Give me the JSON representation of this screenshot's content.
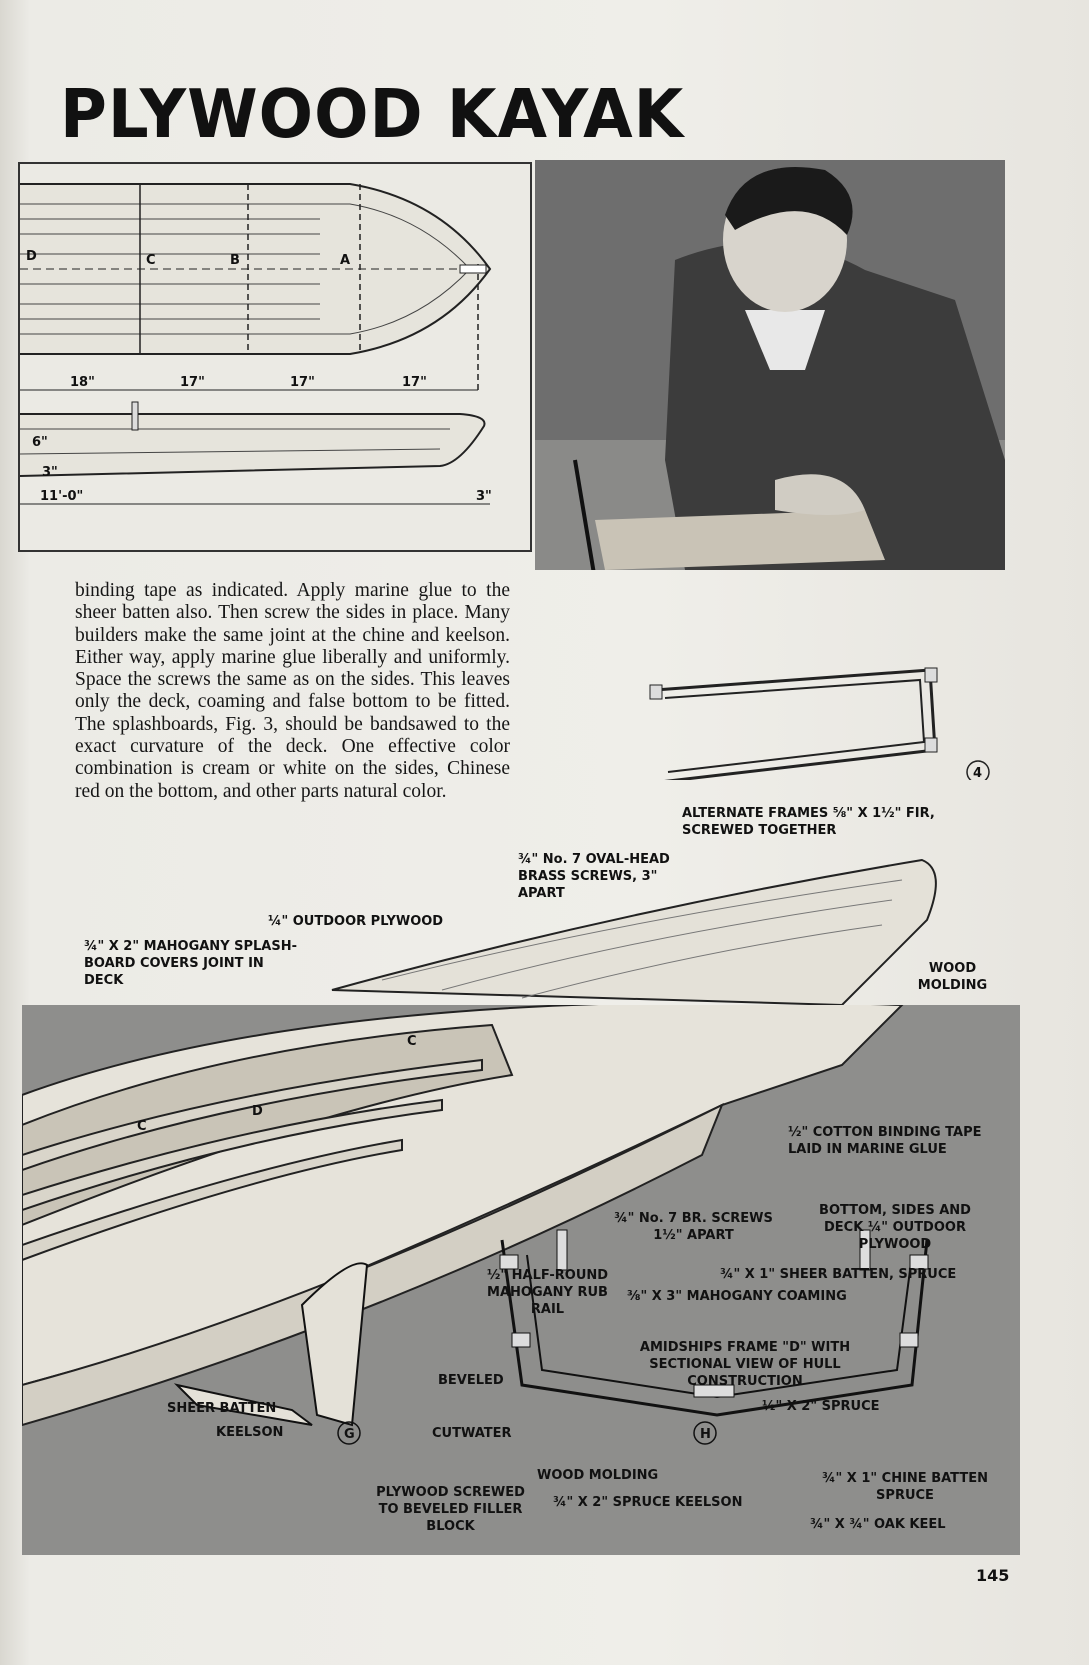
{
  "title": "PLYWOOD KAYAK",
  "plan_drawing": {
    "section_letters": [
      "D",
      "C",
      "B",
      "A"
    ],
    "dimensions_top": [
      "18\"",
      "17\"",
      "17\"",
      "17\""
    ],
    "side_view": {
      "height": "6\"",
      "bottom": "3\"",
      "length": "11'-0\"",
      "bow": "3\""
    }
  },
  "body_text": "binding tape as indicated. Apply marine glue to the sheer batten also. Then screw the sides in place. Many builders make the same joint at the chine and keelson. Either way, apply marine glue liberally and uniformly. Space the screws the same as on the sides. This leaves only the deck, coaming and false bottom to be fitted. The splashboards, Fig. 3, should be bandsawed to the exact curvature of the deck. One effective color combination is cream or white on the sides, Chinese red on the bottom, and other parts natural color.",
  "frames_figure": {
    "number": "4",
    "caption_line1": "ALTERNATE FRAMES ⅝\" X 1½\" FIR,",
    "caption_line2": "SCREWED TOGETHER"
  },
  "hull_labels": {
    "oval_screws": "¾\" No. 7 OVAL-HEAD BRASS SCREWS, 3\" APART",
    "outdoor_plywood": "¼\" OUTDOOR PLYWOOD",
    "splashboard": "¾\" X 2\" MAHOGANY SPLASH-BOARD COVERS JOINT IN DECK",
    "wood_molding_top": "WOOD MOLDING",
    "binding_tape": "½\" COTTON BINDING TAPE LAID IN MARINE GLUE",
    "br_screws": "¾\" No. 7 BR. SCREWS 1½\" APART",
    "bottom_sides_deck": "BOTTOM, SIDES AND DECK ¼\" OUTDOOR PLYWOOD",
    "sheer_batten": "¾\" X 1\" SHEER BATTEN, SPRUCE",
    "rub_rail": "½\" HALF-ROUND MAHOGANY RUB RAIL",
    "coaming": "⅜\" X 3\" MAHOGANY COAMING",
    "amidships": "AMIDSHIPS FRAME \"D\" WITH SECTIONAL VIEW OF HULL CONSTRUCTION",
    "half_spruce": "½\" X 2\" SPRUCE",
    "wood_molding_bottom": "WOOD MOLDING",
    "spruce_keelson": "¾\" X 2\" SPRUCE KEELSON",
    "chine_batten": "¾\" X 1\" CHINE BATTEN SPRUCE",
    "oak_keel": "¾\" X ¾\" OAK KEEL",
    "beveled": "BEVELED",
    "sheer_batten_g": "SHEER BATTEN",
    "keelson": "KEELSON",
    "cutwater": "CUTWATER",
    "plywood_screwed": "PLYWOOD SCREWED TO BEVELED FILLER BLOCK",
    "fig_g": "G",
    "fig_h": "H",
    "frame_c1": "C",
    "frame_c2": "C",
    "frame_d": "D"
  },
  "page_number": "145"
}
